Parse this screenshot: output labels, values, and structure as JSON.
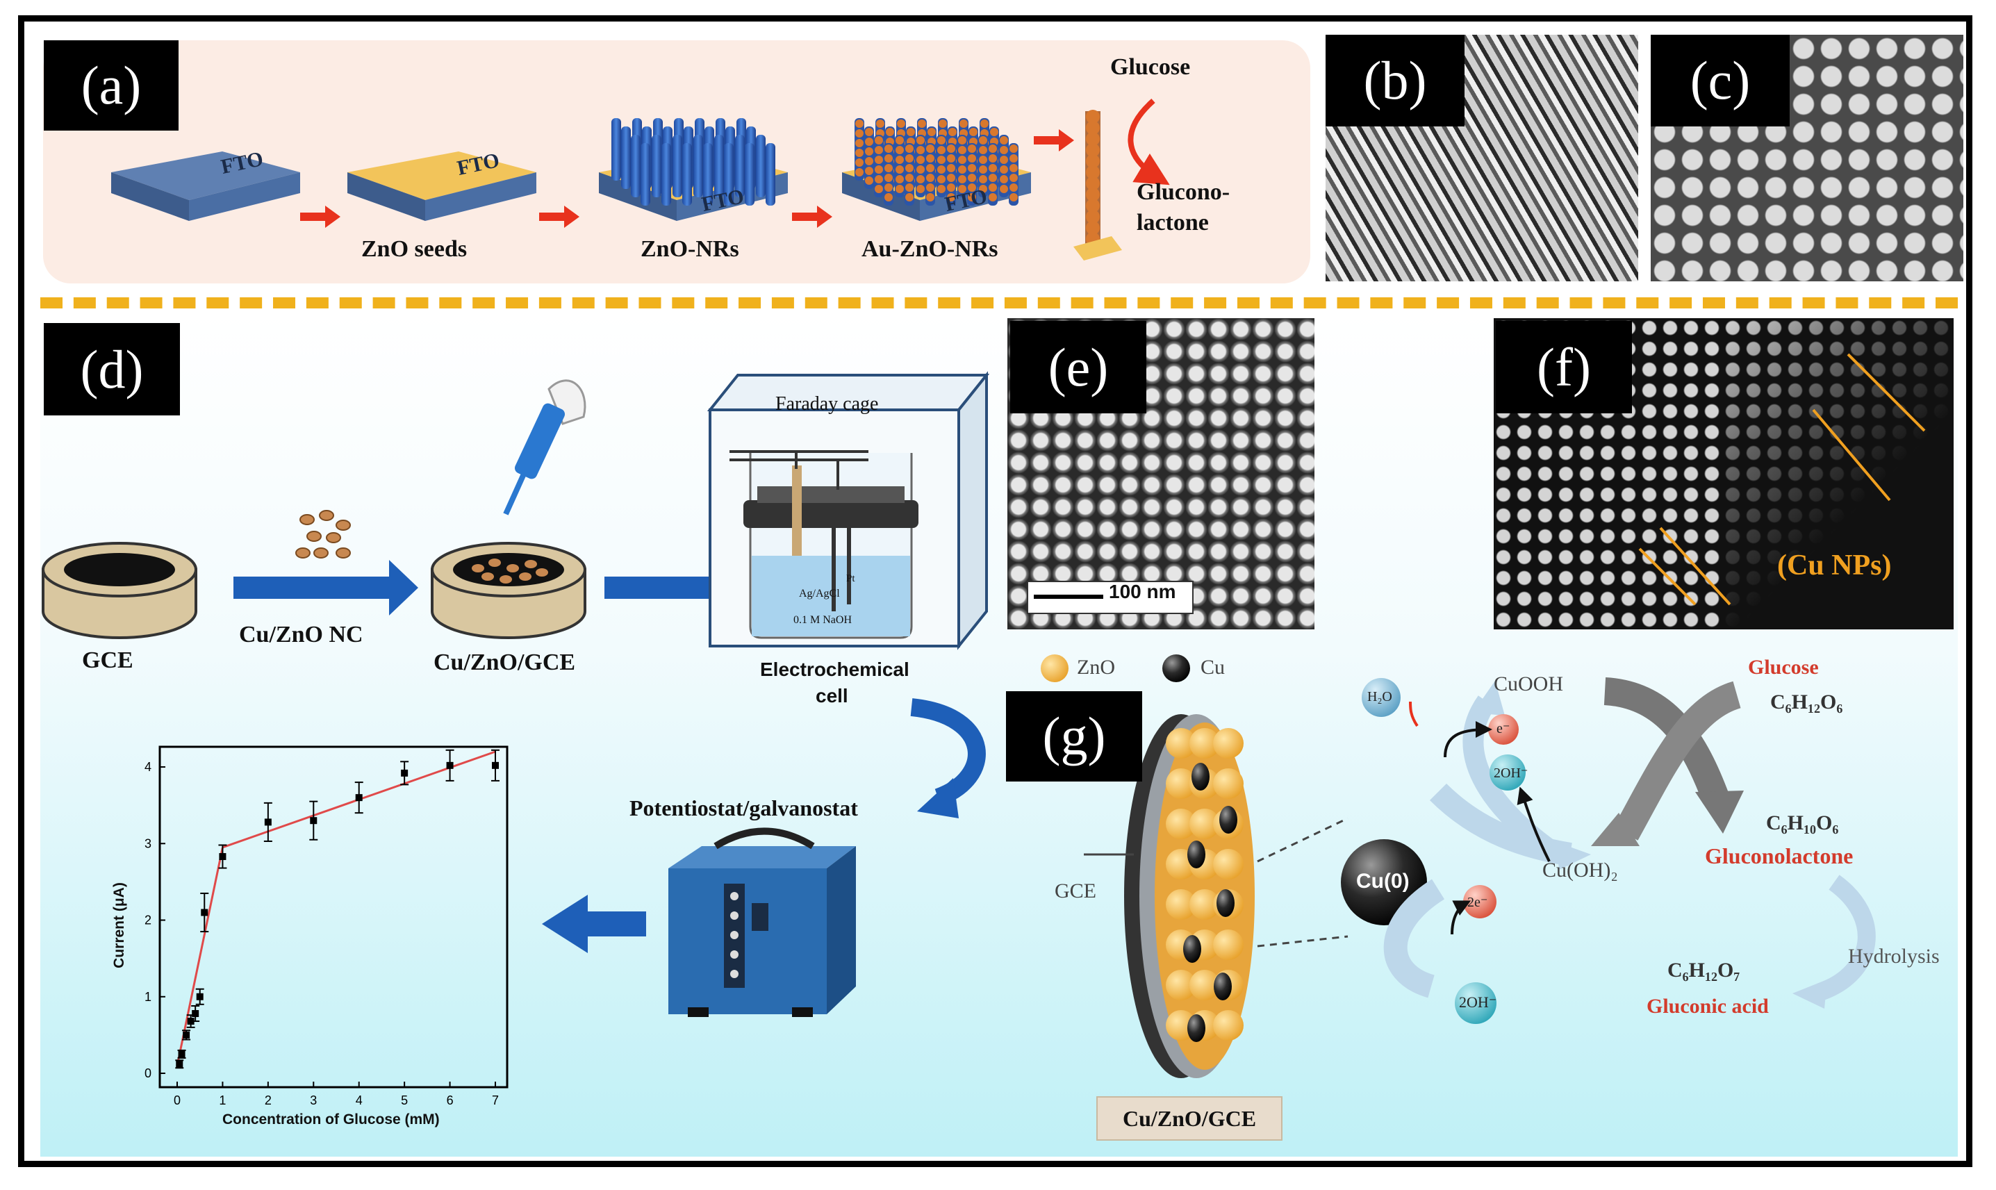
{
  "panels": {
    "a": "(a)",
    "b": "(b)",
    "c": "(c)",
    "d": "(d)",
    "e": "(e)",
    "f": "(f)",
    "g": "(g)"
  },
  "panel_a": {
    "substrate_label": "FTO",
    "steps": [
      "ZnO seeds",
      "ZnO-NRs",
      "Au-ZnO-NRs"
    ],
    "glucose": "Glucose",
    "product_line1": "Glucono-",
    "product_line2": "lactone"
  },
  "panel_d": {
    "gce": "GCE",
    "nc": "Cu/ZnO NC",
    "modified": "Cu/ZnO/GCE",
    "faraday": "Faraday cage",
    "cell_line1": "Electrochemical",
    "cell_line2": "cell",
    "potentiostat": "Potentiostat/galvanostat",
    "electrodes": {
      "pt": "Pt",
      "ref": "Ag/AgCl",
      "electrolyte": "0.1 M NaOH"
    }
  },
  "panel_e": {
    "scale": "100 nm"
  },
  "panel_f": {
    "label": "(Cu NPs)"
  },
  "panel_g": {
    "legend_zno": "ZnO",
    "legend_cu": "Cu",
    "gce": "GCE",
    "electrode_label": "Cu/ZnO/GCE",
    "cu0": "Cu(0)",
    "cuooh": "CuOOH",
    "cuoh2": "Cu(OH)₂",
    "h2o": "H₂O",
    "e_minus": "e⁻",
    "two_e": "2e⁻",
    "two_oh_top": "2OH⁻",
    "two_oh_bottom": "2OH⁻",
    "glucose": "Glucose",
    "glucose_formula": "C₆H₁₂O₆",
    "gluconolactone_formula": "C₆H₁₀O₆",
    "gluconolactone": "Gluconolactone",
    "hydrolysis": "Hydrolysis",
    "gluconic_formula": "C₆H₁₂O₇",
    "gluconic_acid": "Gluconic acid"
  },
  "colors": {
    "accent_red": "#e8321d",
    "arrow_blue": "#1e5fb8",
    "divider": "#f0b11c",
    "text_red": "#d33b2c",
    "label_gold": "#f0a020"
  },
  "chart_data": {
    "type": "scatter",
    "xlabel": "Concentration of Glucose (mM)",
    "ylabel": "Current (μA)",
    "xlim": [
      0,
      7
    ],
    "ylim": [
      0,
      4.2
    ],
    "xticks": [
      "0",
      "1",
      "2",
      "3",
      "4",
      "5",
      "6",
      "7"
    ],
    "yticks": [
      "0",
      "1",
      "2",
      "3",
      "4"
    ],
    "points": [
      {
        "x": 0.05,
        "y": 0.12,
        "err": 0.05
      },
      {
        "x": 0.1,
        "y": 0.25,
        "err": 0.05
      },
      {
        "x": 0.2,
        "y": 0.5,
        "err": 0.06
      },
      {
        "x": 0.3,
        "y": 0.68,
        "err": 0.08
      },
      {
        "x": 0.4,
        "y": 0.78,
        "err": 0.1
      },
      {
        "x": 0.5,
        "y": 1.0,
        "err": 0.1
      },
      {
        "x": 0.6,
        "y": 2.1,
        "err": 0.25
      },
      {
        "x": 1.0,
        "y": 2.83,
        "err": 0.15
      },
      {
        "x": 2.0,
        "y": 3.28,
        "err": 0.25
      },
      {
        "x": 3.0,
        "y": 3.3,
        "err": 0.25
      },
      {
        "x": 4.0,
        "y": 3.6,
        "err": 0.2
      },
      {
        "x": 5.0,
        "y": 3.92,
        "err": 0.15
      },
      {
        "x": 6.0,
        "y": 4.02,
        "err": 0.2
      },
      {
        "x": 7.0,
        "y": 4.02,
        "err": 0.2
      }
    ],
    "fit_segments": [
      {
        "x": [
          0,
          1.0
        ],
        "y": [
          0.1,
          2.95
        ]
      },
      {
        "x": [
          1.0,
          7.0
        ],
        "y": [
          2.95,
          4.2
        ]
      }
    ]
  }
}
